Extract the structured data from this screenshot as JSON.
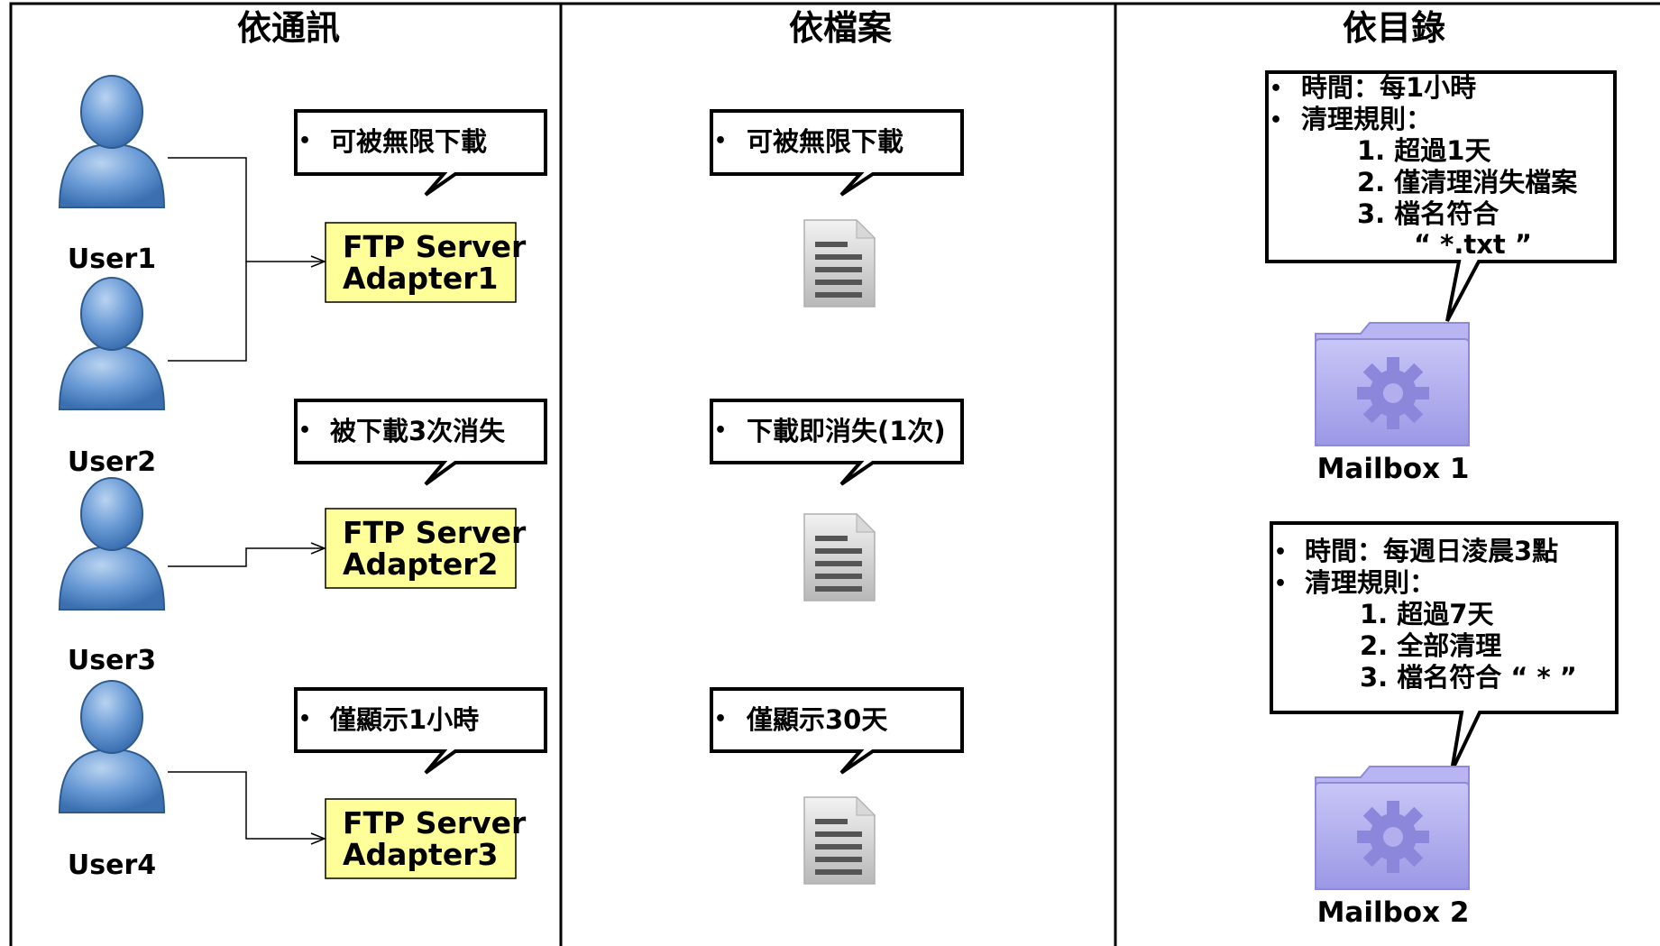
{
  "columns": [
    {
      "title": "依通訊"
    },
    {
      "title": "依檔案"
    },
    {
      "title": "依目錄"
    }
  ],
  "by_connection": {
    "users": [
      "User1",
      "User2",
      "User3",
      "User4"
    ],
    "notes": [
      "可被無限下載",
      "被下載3次消失",
      "僅顯示1小時"
    ],
    "adapters": [
      {
        "line1": "FTP Server",
        "line2": "Adapter1"
      },
      {
        "line1": "FTP Server",
        "line2": "Adapter2"
      },
      {
        "line1": "FTP Server",
        "line2": "Adapter3"
      }
    ]
  },
  "by_file": {
    "notes": [
      "可被無限下載",
      "下載即消失(1次)",
      "僅顯示30天"
    ]
  },
  "by_directory": {
    "mailboxes": [
      {
        "label": "Mailbox 1",
        "time": "時間：每1小時",
        "rules_label": "清理規則：",
        "rules": [
          "1.  超過1天",
          "2.  僅清理消失檔案",
          "3.  檔名符合"
        ],
        "pattern": "“ *.txt ”"
      },
      {
        "label": "Mailbox 2",
        "time": "時間：每週日淩晨3點",
        "rules_label": "清理規則：",
        "rules": [
          "1.  超過7天",
          "2.  全部清理",
          "3.  檔名符合   “ * ”"
        ]
      }
    ]
  },
  "colors": {
    "border": "#000000",
    "adapter_fill": "#FFFF99",
    "user_blue": "#4F81BD",
    "folder_purple": "#A9A9F0",
    "document_gray": "#9E9E9E"
  },
  "icons": [
    "user-icon",
    "document-icon",
    "folder-gear-icon"
  ]
}
